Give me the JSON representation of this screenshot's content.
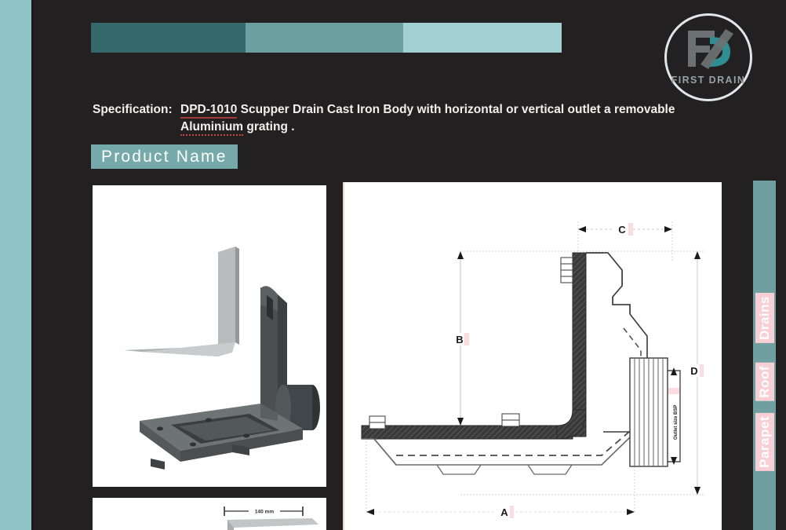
{
  "document": {
    "background_color": "#222020",
    "accent_teal": "#76a9aa"
  },
  "header": {
    "bar_segments": [
      {
        "name": "dark-teal",
        "color": "#35686a"
      },
      {
        "name": "mid-teal",
        "color": "#6b9fa0"
      },
      {
        "name": "light-teal",
        "color": "#a2cfd2"
      }
    ]
  },
  "logo": {
    "monogram": "FD",
    "brand_text": "FIRST DRAIN",
    "ring_color": "#dfe7e8",
    "accent_color": "#2f8e93"
  },
  "specification": {
    "label": "Specification:",
    "model": "DPD-1010",
    "text_line1": " Scupper Drain Cast Iron Body with horizontal or vertical outlet a removable",
    "misspelled_word": "Aluminium",
    "text_line2": " grating ."
  },
  "product_banner": {
    "title": "Product Name",
    "background": "#76a9aa",
    "text_color": "#ffffff"
  },
  "drawing": {
    "dimension_labels": {
      "a": "A",
      "b": "B",
      "c": "C",
      "d": "D"
    },
    "outlet_note": "Outlet size BSP"
  },
  "photo_lower": {
    "dimension_text": "140 mm"
  },
  "side_tabs": {
    "items": [
      {
        "label": "Drains"
      },
      {
        "label": "Roof"
      },
      {
        "label": "Parapet"
      }
    ],
    "highlight_color": "#f7cfd4",
    "bar_color": "#6f9fa1"
  }
}
